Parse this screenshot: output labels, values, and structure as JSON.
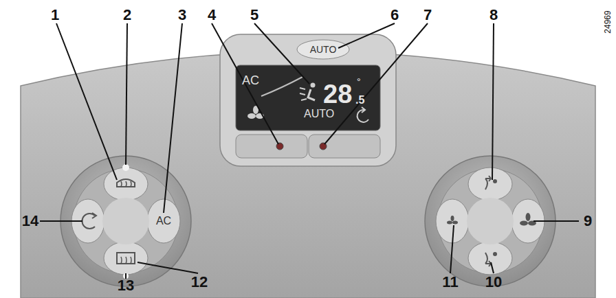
{
  "diagram": {
    "nodes": [
      {
        "text": [
          "AC",
          "28",
          "°",
          ".5",
          "AUTO"
        ]
      },
      {
        "text": [
          "AUTO"
        ]
      },
      {
        "text": [
          "AC"
        ]
      }
    ],
    "labels": [
      "1",
      "2",
      "3",
      "4",
      "5",
      "6",
      "7",
      "8",
      "9",
      "10",
      "11",
      "12",
      "13",
      "14",
      "24969"
    ]
  }
}
